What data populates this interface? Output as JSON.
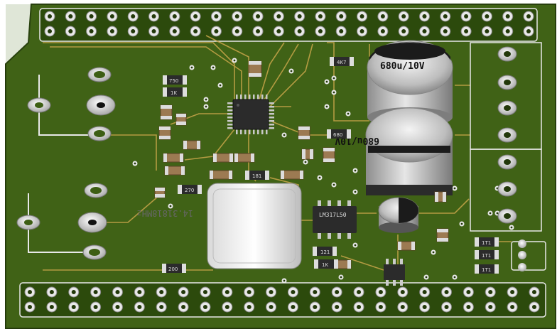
{
  "board": {
    "colors": {
      "board": "#3a5a12",
      "board_dark": "#2c4a0c",
      "trace": "#c9a64a",
      "pad": "#e8e8e8",
      "chip": "#2b2b2b",
      "cap_body": "#bfbfbf",
      "cap_band": "#1b1b1b"
    },
    "labels": {
      "cap_top": "680u/10V",
      "cap_bottom": "680u/10V",
      "crystal": "14.31818MHz",
      "regulator": "LM317L50",
      "r121": "121",
      "r1k": "1K",
      "r270": "270",
      "r200": "200",
      "r750": "750",
      "r1": "1T1",
      "r2": "1T1",
      "r3": "1T1",
      "r4": "1K",
      "r5": "4K7",
      "r6": "680",
      "r7": "181"
    }
  }
}
